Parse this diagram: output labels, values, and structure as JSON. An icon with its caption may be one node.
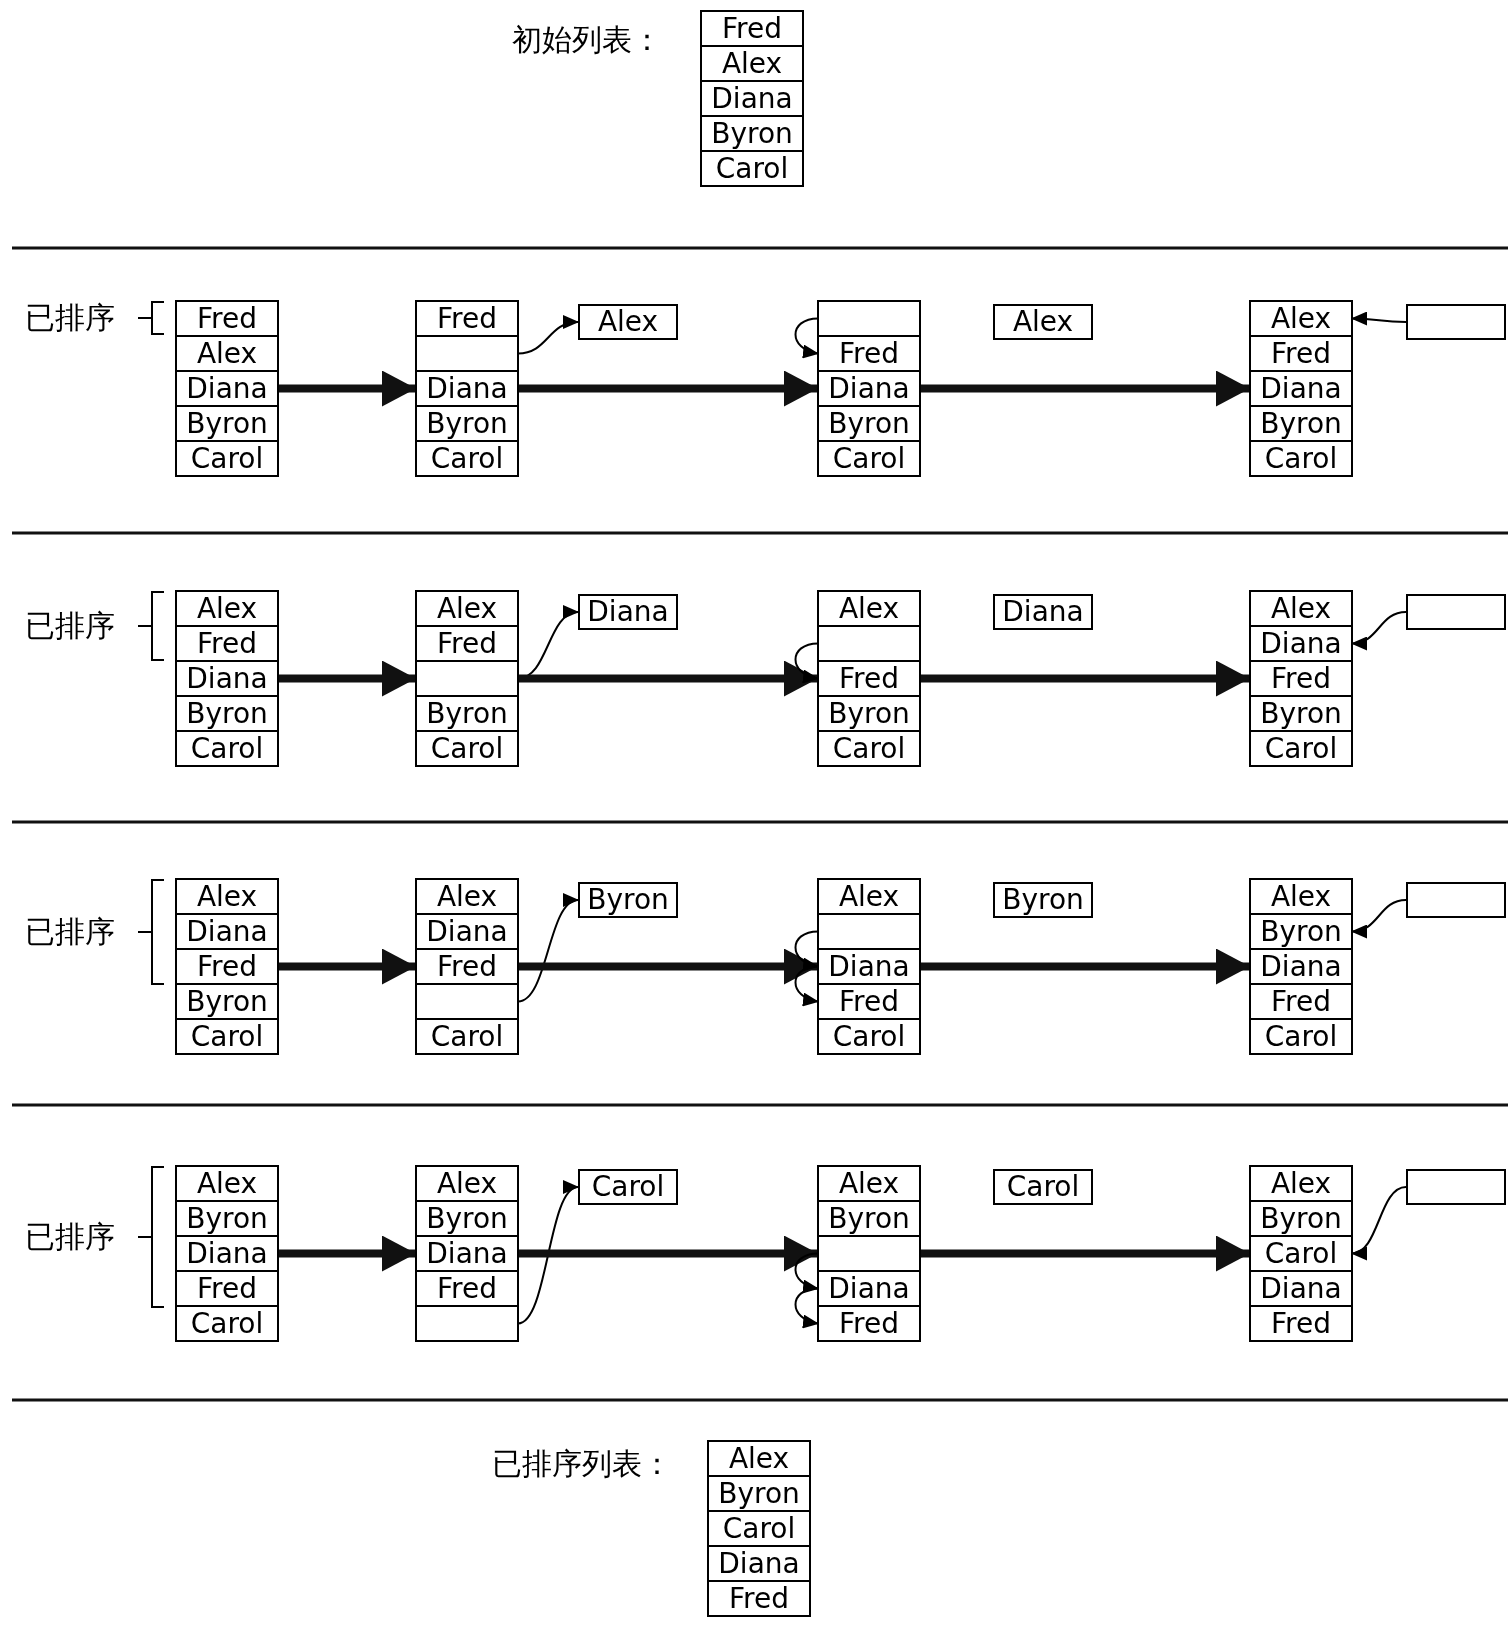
{
  "diagram": {
    "nodes": [
      {
        "text": [],
        "shape": "box"
      },
      {
        "text": [
          "Fred"
        ],
        "in": 0
      },
      {
        "text": [
          "Alex"
        ],
        "in": 0
      },
      {
        "text": [
          "Diana"
        ],
        "in": 0
      },
      {
        "text": [
          "Byron"
        ],
        "in": 0
      },
      {
        "text": [
          "Carol"
        ],
        "in": 0
      },
      {
        "text": [],
        "shape": "box"
      },
      {
        "text": [
          "Fred"
        ],
        "in": 6
      },
      {
        "text": [
          "Alex"
        ],
        "in": 6
      },
      {
        "text": [
          "Diana"
        ],
        "in": 6
      },
      {
        "text": [
          "Byron"
        ],
        "in": 6
      },
      {
        "text": [
          "Carol"
        ],
        "in": 6
      },
      {
        "text": [],
        "shape": "box"
      },
      {
        "text": [
          "Fred"
        ],
        "in": 12
      },
      {
        "text": [],
        "shape": "box",
        "in": 12
      },
      {
        "text": [
          "Diana"
        ],
        "in": 12
      },
      {
        "text": [
          "Byron"
        ],
        "in": 12
      },
      {
        "text": [
          "Carol"
        ],
        "in": 12
      },
      {
        "text": [
          "Alex"
        ]
      },
      {
        "text": [],
        "shape": "box"
      },
      {
        "text": [],
        "shape": "box",
        "in": 19
      },
      {
        "text": [
          "Fred"
        ],
        "in": 19
      },
      {
        "text": [
          "Diana"
        ],
        "in": 19
      },
      {
        "text": [
          "Byron"
        ],
        "in": 19
      },
      {
        "text": [
          "Carol"
        ],
        "in": 19
      },
      {
        "text": [
          "Alex"
        ]
      },
      {
        "text": [],
        "shape": "box"
      },
      {
        "text": [
          "Alex"
        ],
        "in": 26
      },
      {
        "text": [
          "Fred"
        ],
        "in": 26
      },
      {
        "text": [
          "Diana"
        ],
        "in": 26
      },
      {
        "text": [
          "Byron"
        ],
        "in": 26
      },
      {
        "text": [
          "Carol"
        ],
        "in": 26
      },
      {
        "text": [],
        "shape": "box"
      },
      {
        "text": [],
        "shape": "box"
      },
      {
        "text": [
          "Alex"
        ],
        "in": 33
      },
      {
        "text": [
          "Fred"
        ],
        "in": 33
      },
      {
        "text": [
          "Diana"
        ],
        "in": 33
      },
      {
        "text": [
          "Byron"
        ],
        "in": 33
      },
      {
        "text": [
          "Carol"
        ],
        "in": 33
      },
      {
        "text": [],
        "shape": "box"
      },
      {
        "text": [
          "Alex"
        ],
        "in": 39
      },
      {
        "text": [
          "Fred"
        ],
        "in": 39
      },
      {
        "text": [],
        "shape": "box",
        "in": 39
      },
      {
        "text": [
          "Byron"
        ],
        "in": 39
      },
      {
        "text": [
          "Carol"
        ],
        "in": 39
      },
      {
        "text": [
          "Diana"
        ]
      },
      {
        "text": [],
        "shape": "box"
      },
      {
        "text": [
          "Alex"
        ],
        "in": 46
      },
      {
        "text": [],
        "shape": "box",
        "in": 46
      },
      {
        "text": [
          "Fred"
        ],
        "in": 46
      },
      {
        "text": [
          "Byron"
        ],
        "in": 46
      },
      {
        "text": [
          "Carol"
        ],
        "in": 46
      },
      {
        "text": [
          "Diana"
        ]
      },
      {
        "text": [],
        "shape": "box"
      },
      {
        "text": [
          "Alex"
        ],
        "in": 53
      },
      {
        "text": [
          "Diana"
        ],
        "in": 53
      },
      {
        "text": [
          "Fred"
        ],
        "in": 53
      },
      {
        "text": [
          "Byron"
        ],
        "in": 53
      },
      {
        "text": [
          "Carol"
        ],
        "in": 53
      },
      {
        "text": [],
        "shape": "box"
      },
      {
        "text": [],
        "shape": "box"
      },
      {
        "text": [
          "Alex"
        ],
        "in": 60
      },
      {
        "text": [
          "Diana"
        ],
        "in": 60
      },
      {
        "text": [
          "Fred"
        ],
        "in": 60
      },
      {
        "text": [
          "Byron"
        ],
        "in": 60
      },
      {
        "text": [
          "Carol"
        ],
        "in": 60
      },
      {
        "text": [],
        "shape": "box"
      },
      {
        "text": [
          "Alex"
        ],
        "in": 66
      },
      {
        "text": [
          "Diana"
        ],
        "in": 66
      },
      {
        "text": [
          "Fred"
        ],
        "in": 66
      },
      {
        "text": [],
        "shape": "box",
        "in": 66
      },
      {
        "text": [
          "Carol"
        ],
        "in": 66
      },
      {
        "text": [
          "Byron"
        ]
      },
      {
        "text": [],
        "shape": "box"
      },
      {
        "text": [
          "Alex"
        ],
        "in": 73
      },
      {
        "text": [],
        "shape": "box",
        "in": 73
      },
      {
        "text": [
          "Diana"
        ],
        "in": 73
      },
      {
        "text": [
          "Fred"
        ],
        "in": 73
      },
      {
        "text": [
          "Carol"
        ],
        "in": 73
      },
      {
        "text": [
          "Byron"
        ]
      },
      {
        "text": [],
        "shape": "box"
      },
      {
        "text": [
          "Alex"
        ],
        "in": 80
      },
      {
        "text": [
          "Byron"
        ],
        "in": 80
      },
      {
        "text": [
          "Diana"
        ],
        "in": 80
      },
      {
        "text": [
          "Fred"
        ],
        "in": 80
      },
      {
        "text": [
          "Carol"
        ],
        "in": 80
      },
      {
        "text": [],
        "shape": "box"
      },
      {
        "text": [],
        "shape": "box"
      },
      {
        "text": [
          "Alex"
        ],
        "in": 87
      },
      {
        "text": [
          "Byron"
        ],
        "in": 87
      },
      {
        "text": [
          "Diana"
        ],
        "in": 87
      },
      {
        "text": [
          "Fred"
        ],
        "in": 87
      },
      {
        "text": [
          "Carol"
        ],
        "in": 87
      },
      {
        "text": [],
        "shape": "box"
      },
      {
        "text": [
          "Alex"
        ],
        "in": 93
      },
      {
        "text": [
          "Byron"
        ],
        "in": 93
      },
      {
        "text": [
          "Diana"
        ],
        "in": 93
      },
      {
        "text": [
          "Fred"
        ],
        "in": 93
      },
      {
        "text": [],
        "shape": "box",
        "in": 93
      },
      {
        "text": [
          "Carol"
        ]
      },
      {
        "text": [],
        "shape": "box"
      },
      {
        "text": [
          "Alex"
        ],
        "in": 100
      },
      {
        "text": [
          "Byron"
        ],
        "in": 100
      },
      {
        "text": [],
        "shape": "box",
        "in": 100
      },
      {
        "text": [
          "Diana"
        ],
        "in": 100
      },
      {
        "text": [
          "Fred"
        ],
        "in": 100
      },
      {
        "text": [
          "Carol"
        ]
      },
      {
        "text": [],
        "shape": "box"
      },
      {
        "text": [
          "Alex"
        ],
        "in": 107
      },
      {
        "text": [
          "Byron"
        ],
        "in": 107
      },
      {
        "text": [
          "Carol"
        ],
        "in": 107
      },
      {
        "text": [
          "Diana"
        ],
        "in": 107
      },
      {
        "text": [
          "Fred"
        ],
        "in": 107
      },
      {
        "text": [],
        "shape": "box"
      },
      {
        "text": [],
        "shape": "box"
      },
      {
        "text": [
          "Alex"
        ],
        "in": 114
      },
      {
        "text": [
          "Byron"
        ],
        "in": 114
      },
      {
        "text": [
          "Carol"
        ],
        "in": 114
      },
      {
        "text": [
          "Diana"
        ],
        "in": 114
      },
      {
        "text": [
          "Fred"
        ],
        "in": 114
      }
    ],
    "edges": [
      {
        "from": 6,
        "to": 12,
        "arrow": "to",
        "style": "thick"
      },
      {
        "from": 14,
        "to": 18,
        "arrow": "to"
      },
      {
        "from": 12,
        "to": 19,
        "arrow": "to",
        "style": "thick"
      },
      {
        "from": 20,
        "to": 21,
        "arrow": "to"
      },
      {
        "from": 19,
        "to": 26,
        "arrow": "to",
        "style": "thick"
      },
      {
        "from": 32,
        "to": 27,
        "arrow": "to"
      },
      {
        "from": 33,
        "to": 39,
        "arrow": "to",
        "style": "thick"
      },
      {
        "from": 42,
        "to": 45,
        "arrow": "to"
      },
      {
        "from": 39,
        "to": 46,
        "arrow": "to",
        "style": "thick"
      },
      {
        "from": 48,
        "to": 49,
        "arrow": "to"
      },
      {
        "from": 46,
        "to": 53,
        "arrow": "to",
        "style": "thick"
      },
      {
        "from": 59,
        "to": 55,
        "arrow": "to"
      },
      {
        "from": 60,
        "to": 66,
        "arrow": "to",
        "style": "thick"
      },
      {
        "from": 70,
        "to": 72,
        "arrow": "to"
      },
      {
        "from": 66,
        "to": 73,
        "arrow": "to",
        "style": "thick"
      },
      {
        "from": 75,
        "to": 76,
        "arrow": "to"
      },
      {
        "from": 76,
        "to": 77,
        "arrow": "to"
      },
      {
        "from": 73,
        "to": 80,
        "arrow": "to",
        "style": "thick"
      },
      {
        "from": 86,
        "to": 82,
        "arrow": "to"
      },
      {
        "from": 87,
        "to": 93,
        "arrow": "to",
        "style": "thick"
      },
      {
        "from": 98,
        "to": 99,
        "arrow": "to"
      },
      {
        "from": 93,
        "to": 100,
        "arrow": "to",
        "style": "thick"
      },
      {
        "from": 103,
        "to": 104,
        "arrow": "to"
      },
      {
        "from": 104,
        "to": 105,
        "arrow": "to"
      },
      {
        "from": 100,
        "to": 107,
        "arrow": "to",
        "style": "thick"
      },
      {
        "from": 113,
        "to": 110,
        "arrow": "to"
      }
    ],
    "labels": [
      "初始列表：",
      "已排序",
      "已排序",
      "已排序",
      "已排序",
      "已排序列表："
    ]
  }
}
